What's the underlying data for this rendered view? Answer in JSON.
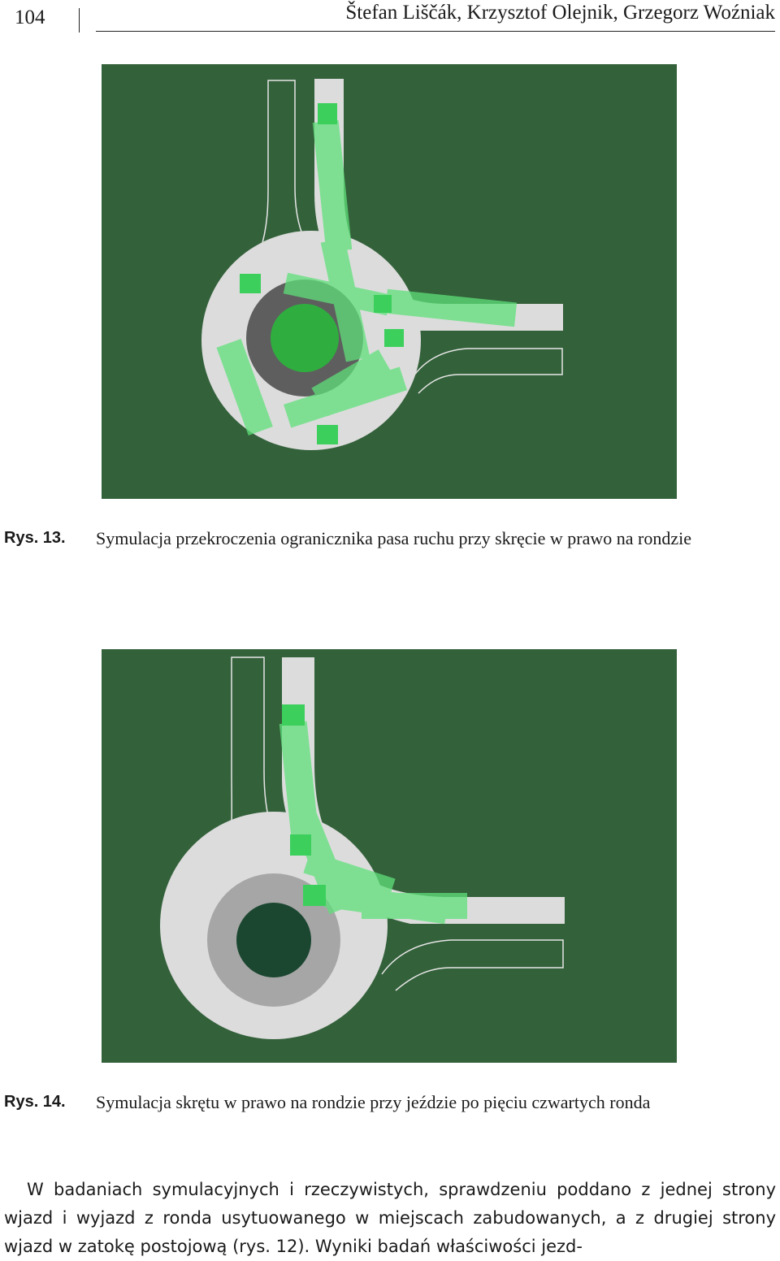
{
  "header": {
    "page_number": "104",
    "authors": "Štefan Liščák, Krzysztof Olejnik, Grzegorz Woźniak"
  },
  "figures": [
    {
      "label": "Rys. 13.",
      "caption": "Symulacja przekroczenia ogranicznika pasa ruchu przy skręcie w prawo na rondzie"
    },
    {
      "label": "Rys. 14.",
      "caption": "Symulacja skrętu w prawo na rondzie przy jeździe po pięciu czwartych ronda"
    }
  ],
  "body": {
    "paragraph": "W badaniach symulacyjnych i rzeczywistych, sprawdzeniu poddano z jednej strony wjazd i wyjazd z ronda usytuowanego w miejscach zabudowanych, a z drugiej strony wjazd w zatokę postojową (rys. 12). Wyniki badań właściwości jezd-"
  },
  "colors": {
    "grass": "#33613a",
    "road": "#dcdcdc",
    "inner_ring_fig13": "#5e5e5e",
    "island_fig13": "#2fae3f",
    "inner_ring_fig14": "#a6a6a6",
    "island_fig14": "#1b4630",
    "vehicle": "#5fe07a",
    "vehicle_solid": "#3ccf5c"
  }
}
